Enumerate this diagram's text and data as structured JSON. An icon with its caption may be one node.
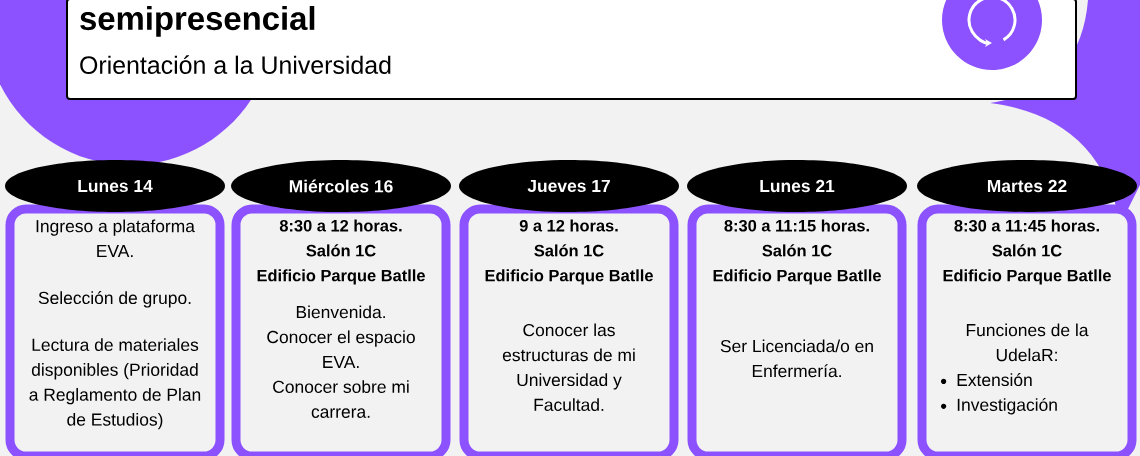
{
  "diagram": {
    "nodes": [
      {
        "text": [
          "semipresencial",
          "Orientación a la Universidad"
        ]
      },
      {
        "text": [
          "Lunes 14"
        ]
      },
      {
        "text": [
          "Ingreso a plataforma EVA.",
          "Selección de grupo.",
          "Lectura de materiales disponibles (Prioridad a Reglamento de Plan de Estudios)"
        ]
      },
      {
        "text": [
          "Miércoles 16"
        ]
      },
      {
        "text": [
          "8:30 a 12 horas.",
          "Salón 1C",
          "Edificio Parque Batlle",
          "Bienvenida.",
          "Conocer el espacio EVA.",
          "Conocer sobre mi carrera."
        ]
      },
      {
        "text": [
          "Jueves 17"
        ]
      },
      {
        "text": [
          "9 a 12 horas.",
          "Salón 1C",
          "Edificio Parque Batlle",
          "Conocer las estructuras de mi Universidad y Facultad."
        ]
      },
      {
        "text": [
          "Lunes 21"
        ]
      },
      {
        "text": [
          "8:30 a 11:15 horas.",
          "Salón 1C",
          "Edificio Parque Batlle",
          "Ser Licenciada/o en Enfermería."
        ]
      },
      {
        "text": [
          "Martes 22"
        ]
      },
      {
        "text": [
          "8:30 a 11:45 horas.",
          "Salón 1C",
          "Edificio Parque Batlle",
          "Funciones de la UdelaR:",
          "Extensión",
          "Investigación"
        ]
      }
    ]
  }
}
